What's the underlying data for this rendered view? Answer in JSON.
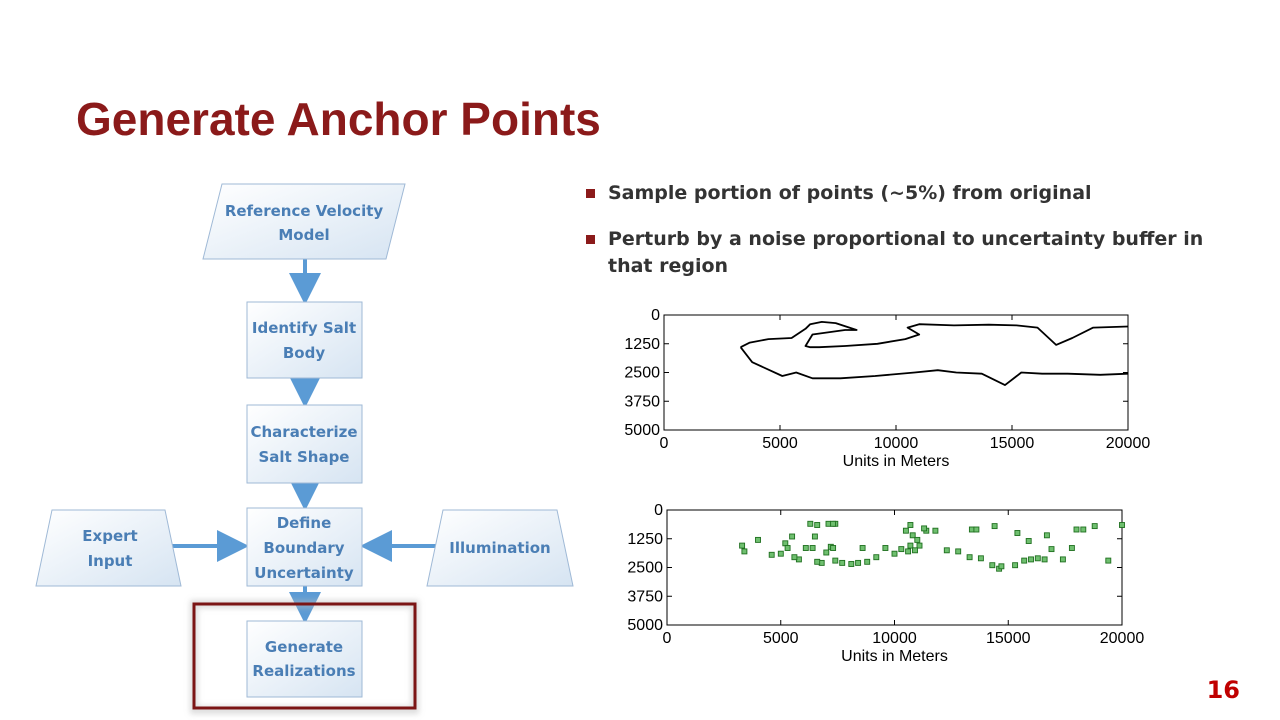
{
  "slide": {
    "title": "Generate Anchor Points",
    "page_number": "16",
    "bullets": [
      "Sample portion of points (~5%) from original",
      "Perturb by a noise proportional to uncertainty buffer in that region"
    ],
    "colors": {
      "title": "#8b1a1a",
      "flow_text": "#4a7eb5",
      "arrow": "#5b9bd5",
      "highlight": "#7b1515",
      "marker": "#2e8b2e"
    }
  },
  "flowchart": {
    "reference": [
      "Reference Velocity",
      "Model"
    ],
    "identify": [
      "Identify Salt",
      "Body"
    ],
    "characterize": [
      "Characterize",
      "Salt Shape"
    ],
    "define": [
      "Define",
      "Boundary",
      "Uncertainty"
    ],
    "expert": [
      "Expert",
      "Input"
    ],
    "illumination": [
      "Illumination"
    ],
    "generate": [
      "Generate",
      "Realizations"
    ]
  },
  "chart_data": [
    {
      "type": "line",
      "title": "",
      "xlabel": "Units in Meters",
      "ylabel": "",
      "xlim": [
        0,
        20000
      ],
      "ylim": [
        0,
        5000
      ],
      "y_inverted": true,
      "xticks": [
        "0",
        "5000",
        "10000",
        "15000",
        "20000"
      ],
      "yticks": [
        "0",
        "1250",
        "2500",
        "3750",
        "5000"
      ],
      "series": [
        {
          "x": [
            3300,
            3700,
            4500,
            5500,
            6100,
            6300,
            6800,
            7400,
            8300,
            7800,
            6400,
            6100,
            6300,
            6700,
            7800,
            9200,
            10400,
            11000,
            10500,
            11000,
            12500,
            14000,
            15200,
            16100,
            16900,
            17600,
            18500,
            20000
          ],
          "y": [
            1400,
            1200,
            1050,
            1000,
            600,
            400,
            300,
            350,
            650,
            650,
            850,
            1350,
            1400,
            1400,
            1350,
            1250,
            1050,
            850,
            550,
            400,
            450,
            420,
            450,
            550,
            1300,
            1000,
            550,
            500
          ]
        },
        {
          "x": [
            3300,
            3800,
            5100,
            5700,
            6400,
            7600,
            9100,
            10800,
            11800,
            12600,
            13700,
            14400,
            14700,
            15400,
            16300,
            17400,
            18800,
            20000
          ],
          "y": [
            1400,
            2050,
            2650,
            2500,
            2750,
            2750,
            2650,
            2500,
            2400,
            2500,
            2550,
            2900,
            3050,
            2500,
            2550,
            2550,
            2600,
            2550
          ]
        }
      ]
    },
    {
      "type": "scatter",
      "title": "",
      "xlabel": "Units in Meters",
      "ylabel": "",
      "xlim": [
        0,
        20000
      ],
      "ylim": [
        0,
        5000
      ],
      "y_inverted": true,
      "xticks": [
        "0",
        "5000",
        "10000",
        "15000",
        "20000"
      ],
      "yticks": [
        "0",
        "1250",
        "2500",
        "3750",
        "5000"
      ],
      "series": [
        {
          "x": [
            3300,
            3400,
            4000,
            4600,
            5000,
            5200,
            5500,
            5800,
            5600,
            6100,
            6300,
            6500,
            6800,
            7100,
            7200,
            7400,
            7400,
            6400,
            6600,
            7000,
            7300,
            7700,
            8100,
            8400,
            8600,
            8800,
            9200,
            9600,
            10000,
            10300,
            10700,
            11100,
            11400,
            10600,
            10900,
            11300,
            11800,
            12300,
            12800,
            13300,
            13800,
            14300,
            14600,
            13400,
            13600,
            14400,
            14700,
            15400,
            15900,
            16300,
            16700,
            16600,
            16900,
            17400,
            17800,
            18000,
            18300,
            18800,
            19400,
            20000,
            15300,
            15700,
            16000,
            10800,
            11000,
            10500,
            10700,
            7300,
            6600,
            5300
          ],
          "y": [
            1550,
            1800,
            1300,
            1950,
            1900,
            1450,
            1150,
            2150,
            2050,
            1650,
            600,
            1150,
            2300,
            600,
            1600,
            600,
            2200,
            1650,
            2250,
            1850,
            1650,
            2300,
            2350,
            2300,
            1650,
            2250,
            2050,
            1650,
            1900,
            1700,
            1550,
            1550,
            900,
            1800,
            1750,
            800,
            900,
            1750,
            1800,
            2050,
            2100,
            2400,
            2550,
            850,
            850,
            700,
            2450,
            1000,
            1350,
            2100,
            1100,
            2150,
            1700,
            2150,
            1650,
            850,
            850,
            700,
            2200,
            650,
            2400,
            2200,
            2150,
            1100,
            1300,
            900,
            650,
            600,
            650,
            1650
          ],
          "marker": "square"
        }
      ]
    }
  ]
}
